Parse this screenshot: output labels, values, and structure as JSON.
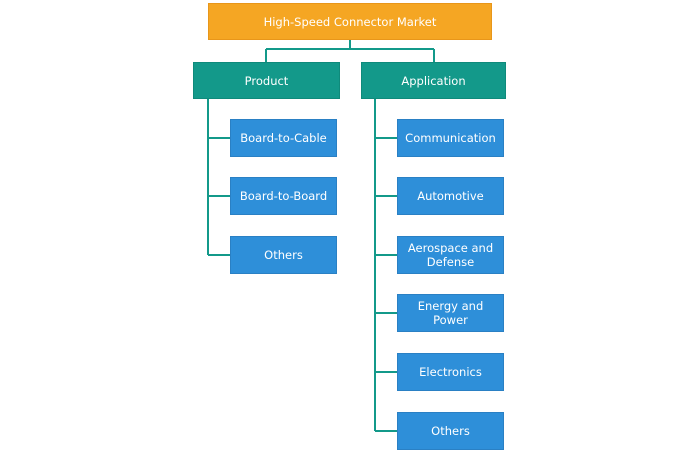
{
  "diagram": {
    "root": {
      "label": "High-Speed Connector Market"
    },
    "categories": [
      {
        "label": "Product",
        "children": [
          "Board-to-Cable",
          "Board-to-Board",
          "Others"
        ]
      },
      {
        "label": "Application",
        "children": [
          "Communication",
          "Automotive",
          "Aerospace and Defense",
          "Energy and Power",
          "Electronics",
          "Others"
        ]
      }
    ]
  },
  "colors": {
    "root": "#f5a623",
    "category": "#13998a",
    "leaf": "#2e8fd9",
    "connector": "#13998a"
  }
}
